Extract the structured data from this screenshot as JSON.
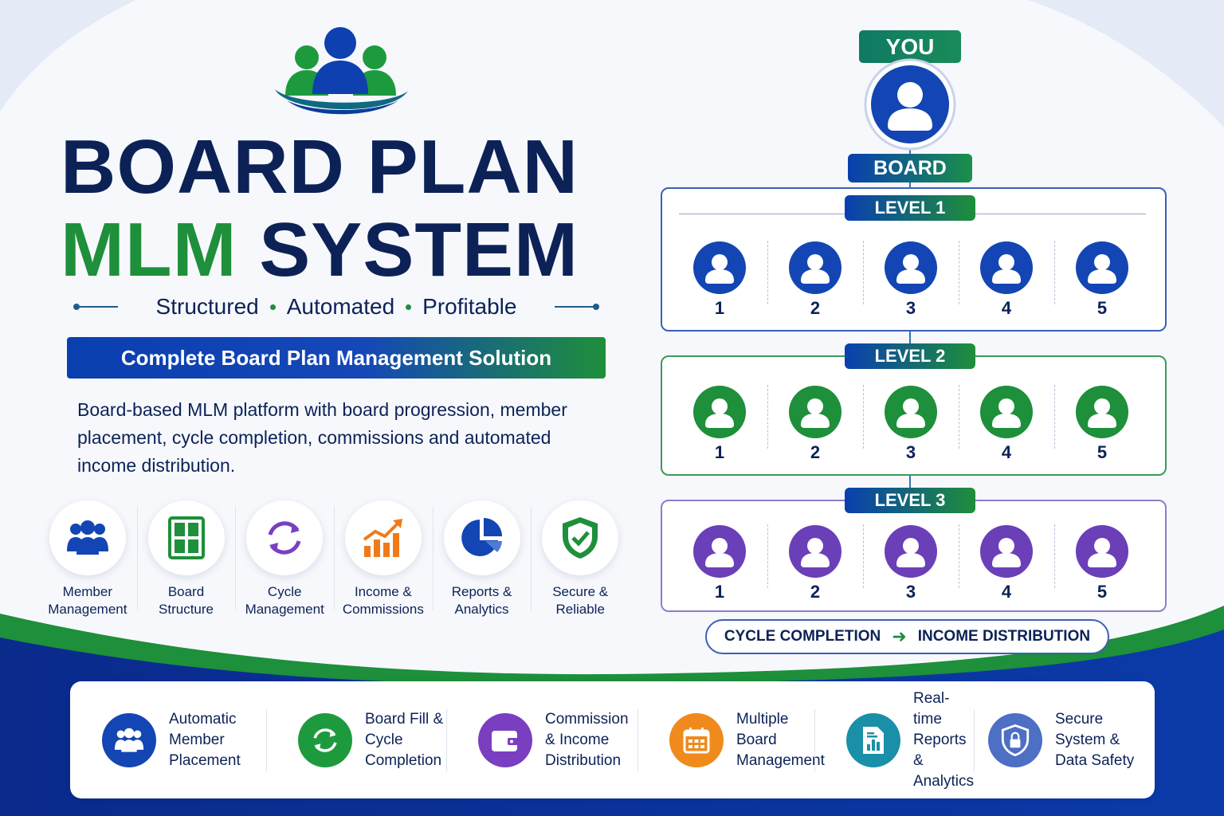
{
  "title": {
    "line1": "BOARD PLAN",
    "line2_green": "MLM",
    "line2_navy": "SYSTEM"
  },
  "tagline": [
    "Structured",
    "Automated",
    "Profitable"
  ],
  "banner": "Complete Board Plan Management Solution",
  "description": "Board-based MLM platform with board progression, member placement, cycle completion, commissions and automated income distribution.",
  "features": [
    {
      "line1": "Member",
      "line2": "Management",
      "icon": "users-icon"
    },
    {
      "line1": "Board",
      "line2": "Structure",
      "icon": "board-grid-icon"
    },
    {
      "line1": "Cycle",
      "line2": "Management",
      "icon": "cycle-arrows-icon"
    },
    {
      "line1": "Income &",
      "line2": "Commissions",
      "icon": "growth-chart-icon"
    },
    {
      "line1": "Reports &",
      "line2": "Analytics",
      "icon": "pie-chart-icon"
    },
    {
      "line1": "Secure &",
      "line2": "Reliable",
      "icon": "shield-check-icon"
    }
  ],
  "tree": {
    "you": "YOU",
    "board": "BOARD",
    "levels": [
      {
        "label": "LEVEL 1",
        "color": "#1346b4",
        "members": [
          "1",
          "2",
          "3",
          "4",
          "5"
        ]
      },
      {
        "label": "LEVEL 2",
        "color": "#1e8f3a",
        "members": [
          "1",
          "2",
          "3",
          "4",
          "5"
        ]
      },
      {
        "label": "LEVEL 3",
        "color": "#6a3fb8",
        "members": [
          "1",
          "2",
          "3",
          "4",
          "5"
        ]
      }
    ],
    "cycle_from": "CYCLE COMPLETION",
    "cycle_to": "INCOME DISTRIBUTION"
  },
  "bottom": [
    {
      "lines": [
        "Automatic",
        "Member",
        "Placement"
      ],
      "color": "#1346b4",
      "icon": "users-icon"
    },
    {
      "lines": [
        "Board Fill &",
        "Cycle",
        "Completion"
      ],
      "color": "#1e9a3e",
      "icon": "refresh-icon"
    },
    {
      "lines": [
        "Commission",
        "& Income",
        "Distribution"
      ],
      "color": "#7a3fc0",
      "icon": "wallet-icon"
    },
    {
      "lines": [
        "Multiple",
        "Board",
        "Management"
      ],
      "color": "#f08a1c",
      "icon": "calendar-icon"
    },
    {
      "lines": [
        "Real-time",
        "Reports &",
        "Analytics"
      ],
      "color": "#1a8fa8",
      "icon": "report-icon"
    },
    {
      "lines": [
        "Secure",
        "System &",
        "Data Safety"
      ],
      "color": "#4d6fc4",
      "icon": "lock-shield-icon"
    }
  ]
}
